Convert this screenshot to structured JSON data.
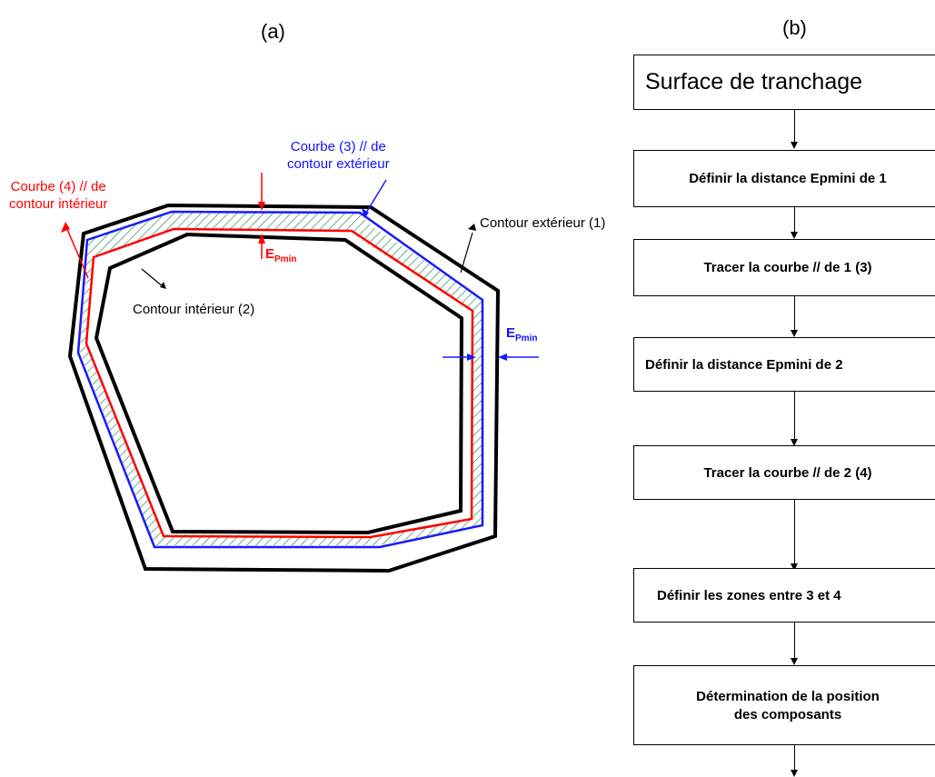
{
  "panels": {
    "a": "(a)",
    "b": "(b)"
  },
  "diagram_a": {
    "label_courbe4_line1": "Courbe (4) // de",
    "label_courbe4_line2": "contour intérieur",
    "label_courbe3_line1": "Courbe (3) // de",
    "label_courbe3_line2": "contour extérieur",
    "label_contour_ext": "Contour extérieur (1)",
    "label_contour_int": "Contour intérieur (2)",
    "epmin_main": "E",
    "epmin_sub": "Pmin",
    "colors": {
      "outer": "#000000",
      "inner": "#000000",
      "curve3": "#1a1aff",
      "curve4": "#ff0000",
      "hatch": "#2e8b57"
    }
  },
  "flowchart": {
    "steps": [
      "Surface de tranchage",
      "Définir la distance Epmini de 1",
      "Tracer la courbe // de 1 (3)",
      "Définir la distance Epmini de 2",
      "Tracer la courbe // de 2 (4)",
      "Définir les zones entre 3 et 4",
      "Détermination de la position",
      "des composants"
    ]
  }
}
